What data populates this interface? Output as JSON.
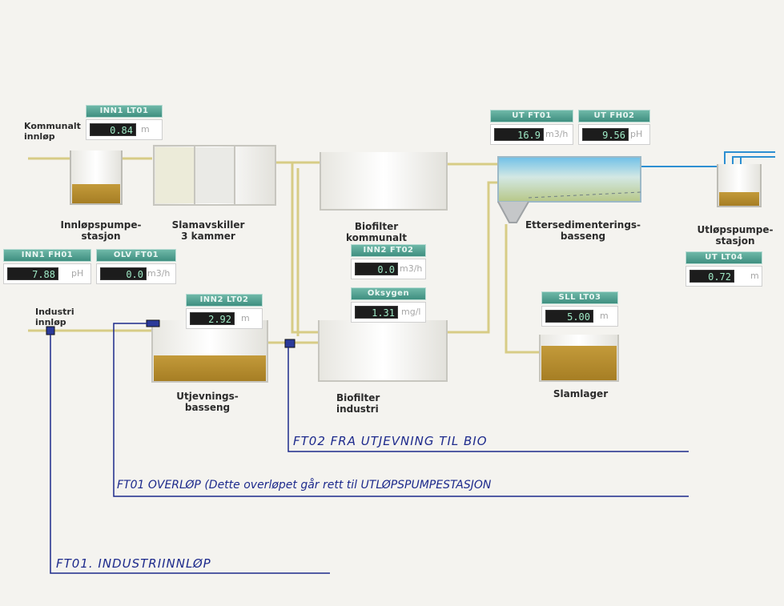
{
  "labels": {
    "kommunalt_innlop": [
      "Kommunalt",
      "innløp"
    ],
    "industri_innlop": [
      "Industri",
      "innløp"
    ],
    "innlopspumpestasjon": [
      "Innløpspumpe-",
      "stasjon"
    ],
    "slamavskiller": [
      "Slamavskiller",
      "3 kammer"
    ],
    "biofilter_kommunalt": [
      "Biofilter",
      "kommunalt"
    ],
    "ettersedimentering": [
      "Ettersedimenterings-",
      "basseng"
    ],
    "utlopspumpestasjon": [
      "Utløpspumpe-",
      "stasjon"
    ],
    "utjevningsbasseng": [
      "Utjevnings-",
      "basseng"
    ],
    "biofilter_industri": [
      "Biofilter",
      "industri"
    ],
    "slamlager": "Slamlager"
  },
  "readouts": {
    "inn1_lt01": {
      "tag": "INN1 LT01",
      "value": "0.84",
      "unit": "m"
    },
    "ut_ft01": {
      "tag": "UT FT01",
      "value": "16.9",
      "unit": "m3/h"
    },
    "ut_fh02": {
      "tag": "UT FH02",
      "value": "9.56",
      "unit": "pH"
    },
    "inn1_fh01": {
      "tag": "INN1 FH01",
      "value": "7.88",
      "unit": "pH"
    },
    "olv_ft01": {
      "tag": "OLV FT01",
      "value": "0.0",
      "unit": "m3/h"
    },
    "inn2_ft02": {
      "tag": "INN2 FT02",
      "value": "0.0",
      "unit": "m3/h"
    },
    "oksygen": {
      "tag": "Oksygen",
      "value": "1.31",
      "unit": "mg/l"
    },
    "inn2_lt02": {
      "tag": "INN2 LT02",
      "value": "2.92",
      "unit": "m"
    },
    "sll_lt03": {
      "tag": "SLL LT03",
      "value": "5.00",
      "unit": "m"
    },
    "ut_lt04": {
      "tag": "UT LT04",
      "value": "0.72",
      "unit": "m"
    }
  },
  "annotations": {
    "ft02": "FT02  FRA UTJEVNING  TIL BIO",
    "ft01_overlop": "FT01  OVERLØP (Dette overløpet går rett til UTLØPSPUMPESTASJON",
    "ft01_industri": "FT01.  INDUSTRIINNLØP"
  },
  "colors": {
    "pipe": "#d7cc86",
    "sludge": "#b68c2c",
    "water_top": "#7fc6e6",
    "water_bottom": "#b9c98a",
    "annotation": "#1d2a8c",
    "outlet_pipe": "#2c8fd2"
  }
}
